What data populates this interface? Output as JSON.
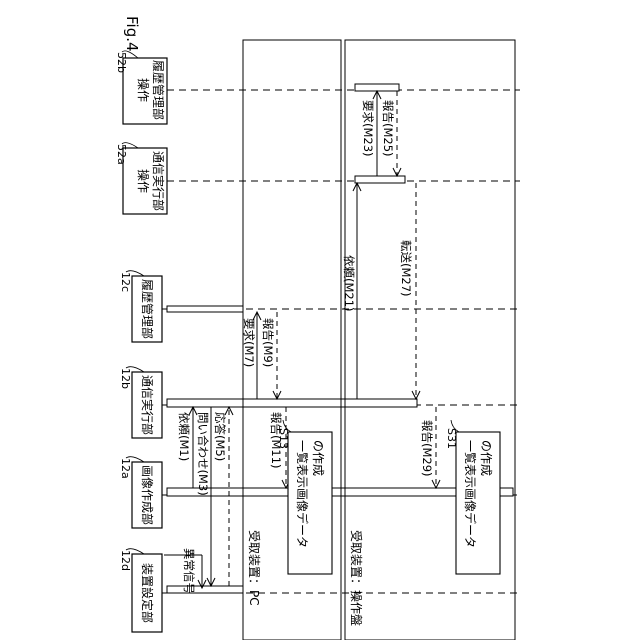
{
  "figure": {
    "title": "Fig.4"
  },
  "lifelines": [
    {
      "id": "12d",
      "ref": "12d",
      "lines": [
        "装置設定部"
      ]
    },
    {
      "id": "12a",
      "ref": "12a",
      "lines": [
        "画像作成部"
      ]
    },
    {
      "id": "12b",
      "ref": "12b",
      "lines": [
        "通信実行部"
      ]
    },
    {
      "id": "12c",
      "ref": "12c",
      "lines": [
        "履歴管理部"
      ]
    },
    {
      "id": "52a",
      "ref": "52a",
      "lines": [
        "操作",
        "通信実行部"
      ]
    },
    {
      "id": "52b",
      "ref": "52b",
      "lines": [
        "操作",
        "履歴管理部"
      ]
    }
  ],
  "frames": [
    {
      "id": "pc",
      "label": "受取装置：PC"
    },
    {
      "id": "panel",
      "label": "受取装置：操作盤"
    }
  ],
  "messages": [
    {
      "id": "abnormal",
      "label": "異常信号"
    },
    {
      "id": "M1",
      "label": "依頼(M1)"
    },
    {
      "id": "M3",
      "label": "問い合わせ(M3)"
    },
    {
      "id": "M5",
      "label": "応答(M5)"
    },
    {
      "id": "M7",
      "label": "要求(M7)"
    },
    {
      "id": "M9",
      "label": "報告(M9)"
    },
    {
      "id": "M11",
      "label": "報告(M11)"
    },
    {
      "id": "M21",
      "label": "依頼(M21)"
    },
    {
      "id": "M23",
      "label": "要求(M23)"
    },
    {
      "id": "M25",
      "label": "報告(M25)"
    },
    {
      "id": "M27",
      "label": "転送(M27)"
    },
    {
      "id": "M29",
      "label": "報告(M29)"
    }
  ],
  "processes": [
    {
      "id": "S13",
      "ref": "S13",
      "lines": [
        "一覧表示画像データ",
        "の作成"
      ]
    },
    {
      "id": "S31",
      "ref": "S31",
      "lines": [
        "一覧表示画像データ",
        "の作成"
      ]
    }
  ]
}
